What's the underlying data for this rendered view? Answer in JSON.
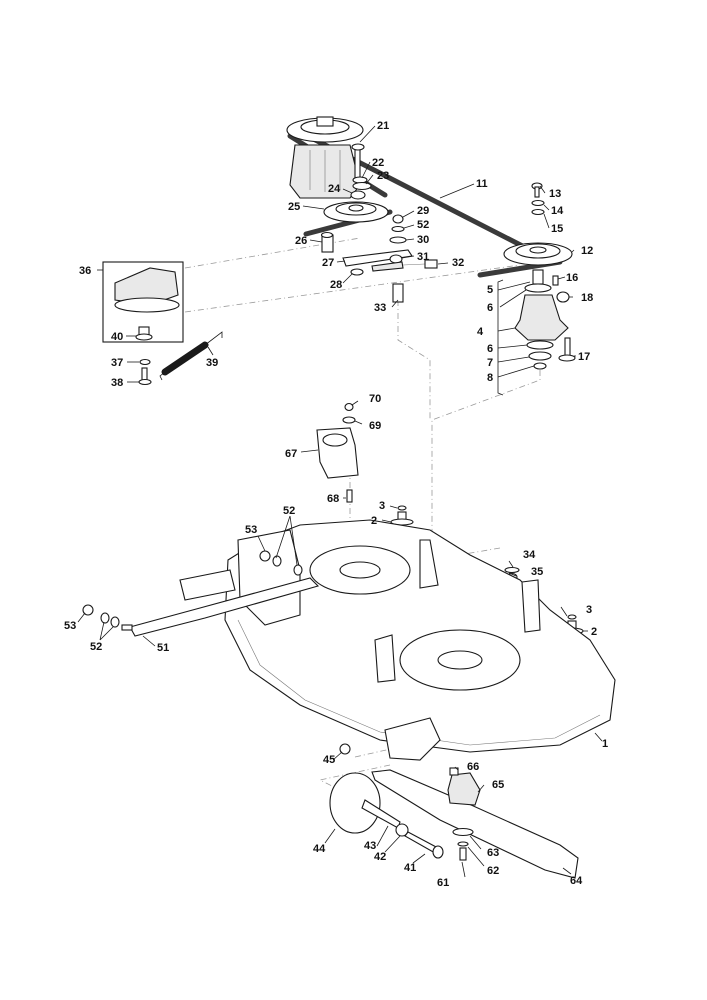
{
  "diagram": {
    "type": "exploded-parts-diagram",
    "subject": "mower deck assembly",
    "colors": {
      "line": "#1a1a1a",
      "belt": "#3a3a3a",
      "background": "#ffffff",
      "projection_lines": "#9a9a9a"
    },
    "callouts": [
      {
        "id": "c1",
        "label": "1"
      },
      {
        "id": "c2a",
        "label": "2"
      },
      {
        "id": "c2b",
        "label": "2"
      },
      {
        "id": "c3a",
        "label": "3"
      },
      {
        "id": "c3b",
        "label": "3"
      },
      {
        "id": "c4",
        "label": "4"
      },
      {
        "id": "c5",
        "label": "5"
      },
      {
        "id": "c6a",
        "label": "6"
      },
      {
        "id": "c6b",
        "label": "6"
      },
      {
        "id": "c7",
        "label": "7"
      },
      {
        "id": "c8",
        "label": "8"
      },
      {
        "id": "c11",
        "label": "11"
      },
      {
        "id": "c12",
        "label": "12"
      },
      {
        "id": "c13",
        "label": "13"
      },
      {
        "id": "c14",
        "label": "14"
      },
      {
        "id": "c15",
        "label": "15"
      },
      {
        "id": "c16",
        "label": "16"
      },
      {
        "id": "c17",
        "label": "17"
      },
      {
        "id": "c18",
        "label": "18"
      },
      {
        "id": "c21",
        "label": "21"
      },
      {
        "id": "c22",
        "label": "22"
      },
      {
        "id": "c23",
        "label": "23"
      },
      {
        "id": "c24",
        "label": "24"
      },
      {
        "id": "c25",
        "label": "25"
      },
      {
        "id": "c26",
        "label": "26"
      },
      {
        "id": "c27",
        "label": "27"
      },
      {
        "id": "c28",
        "label": "28"
      },
      {
        "id": "c29",
        "label": "29"
      },
      {
        "id": "c30",
        "label": "30"
      },
      {
        "id": "c31",
        "label": "31"
      },
      {
        "id": "c32",
        "label": "32"
      },
      {
        "id": "c33",
        "label": "33"
      },
      {
        "id": "c34",
        "label": "34"
      },
      {
        "id": "c35",
        "label": "35"
      },
      {
        "id": "c36",
        "label": "36"
      },
      {
        "id": "c37",
        "label": "37"
      },
      {
        "id": "c38",
        "label": "38"
      },
      {
        "id": "c39",
        "label": "39"
      },
      {
        "id": "c40",
        "label": "40"
      },
      {
        "id": "c41",
        "label": "41"
      },
      {
        "id": "c42",
        "label": "42"
      },
      {
        "id": "c43",
        "label": "43"
      },
      {
        "id": "c44",
        "label": "44"
      },
      {
        "id": "c45",
        "label": "45"
      },
      {
        "id": "c51",
        "label": "51"
      },
      {
        "id": "c52a",
        "label": "52"
      },
      {
        "id": "c52b",
        "label": "52"
      },
      {
        "id": "c52c",
        "label": "52"
      },
      {
        "id": "c53a",
        "label": "53"
      },
      {
        "id": "c53b",
        "label": "53"
      },
      {
        "id": "c61",
        "label": "61"
      },
      {
        "id": "c62",
        "label": "62"
      },
      {
        "id": "c63",
        "label": "63"
      },
      {
        "id": "c64",
        "label": "64"
      },
      {
        "id": "c65",
        "label": "65"
      },
      {
        "id": "c66",
        "label": "66"
      },
      {
        "id": "c67",
        "label": "67"
      },
      {
        "id": "c68",
        "label": "68"
      },
      {
        "id": "c69",
        "label": "69"
      },
      {
        "id": "c70",
        "label": "70"
      }
    ]
  }
}
